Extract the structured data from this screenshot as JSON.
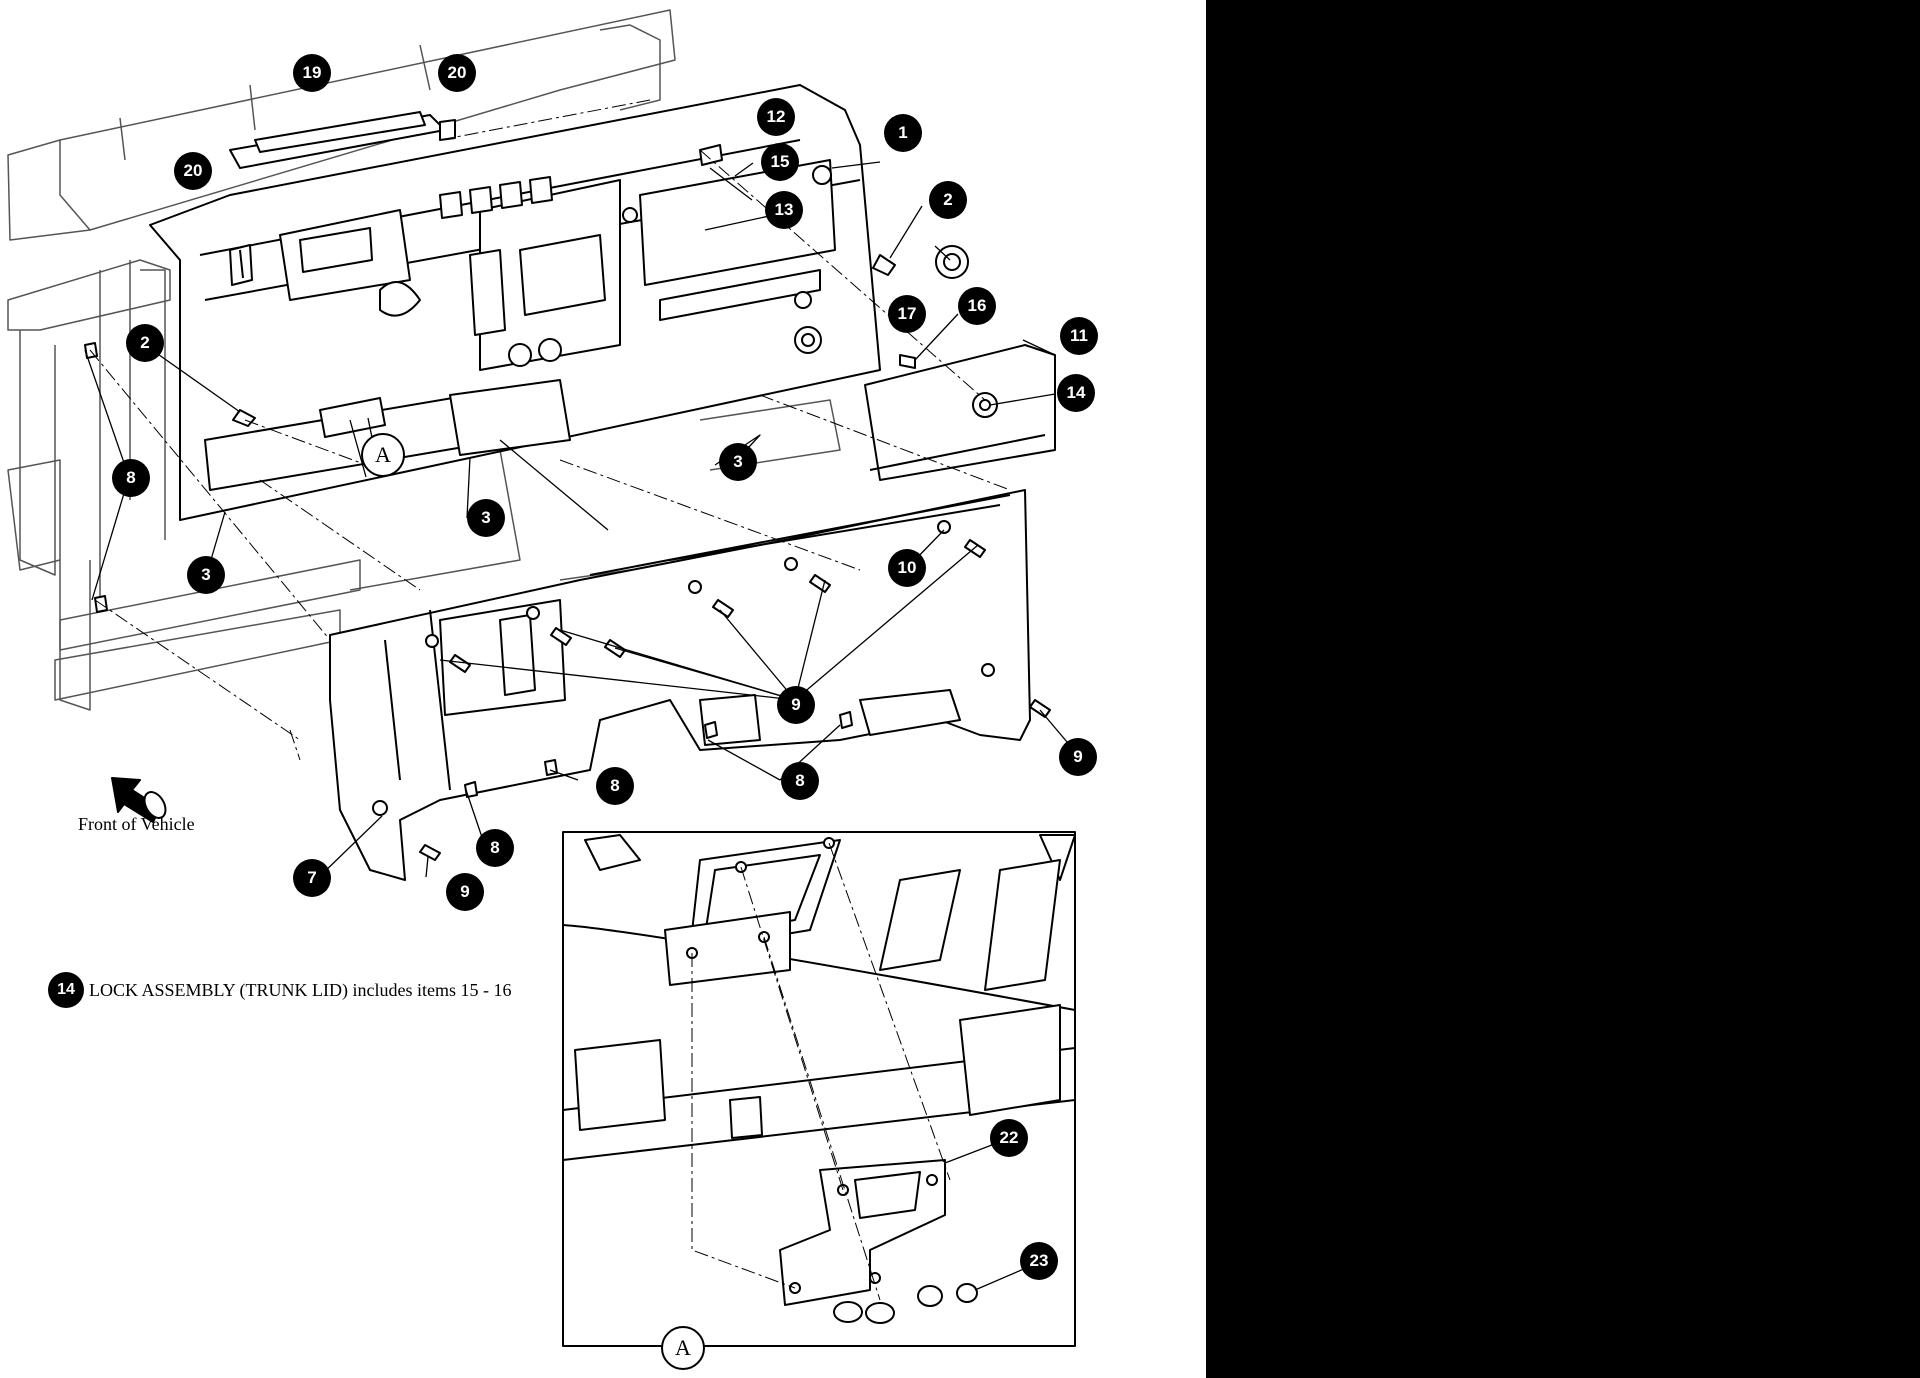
{
  "colors": {
    "ink": "#000000",
    "paper": "#ffffff",
    "band": "#000000"
  },
  "icons": {
    "front_arrow": "front-of-vehicle-arrow-icon"
  },
  "labels": {
    "front_of_vehicle": "Front of Vehicle",
    "detail_letter": "A",
    "note": {
      "number": "14",
      "text": "LOCK ASSEMBLY (TRUNK LID) includes items 15 - 16"
    }
  },
  "callouts": {
    "n1": "1",
    "n2a": "2",
    "n2b": "2",
    "n3a": "3",
    "n3b": "3",
    "n3c": "3",
    "n7": "7",
    "n8a": "8",
    "n8b": "8",
    "n8c": "8",
    "n8d": "8",
    "n9a": "9",
    "n9b": "9",
    "n9c": "9",
    "n10": "10",
    "n11": "11",
    "n12": "12",
    "n13": "13",
    "n14": "14",
    "n15": "15",
    "n16": "16",
    "n17": "17",
    "n19": "19",
    "n20a": "20",
    "n20b": "20",
    "n22": "22",
    "n23": "23"
  }
}
